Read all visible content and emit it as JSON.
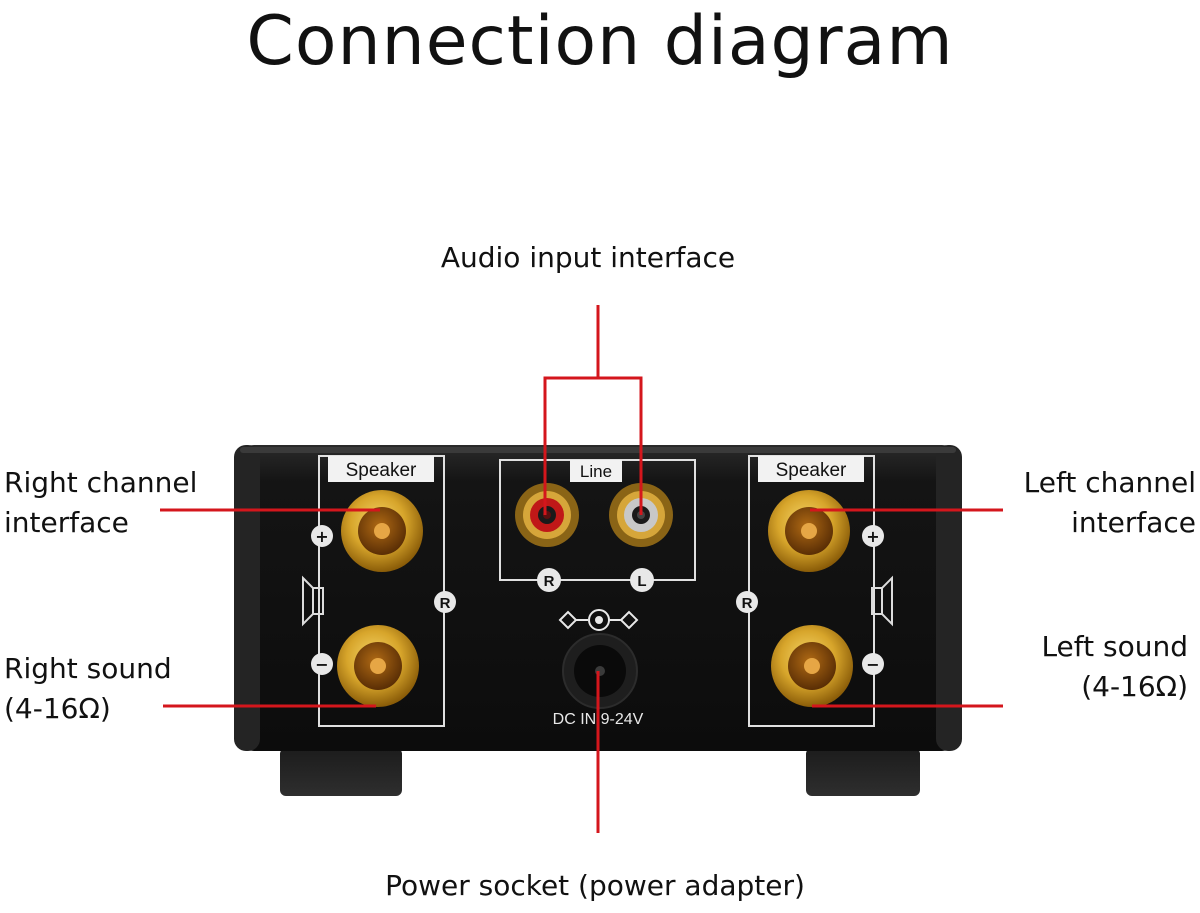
{
  "title": "Connection diagram",
  "callouts": {
    "audio_input": "Audio input interface",
    "right_channel": "Right channel\ninterface",
    "left_channel": "Left channel\ninterface",
    "right_sound": "Right sound\n(4-16Ω)",
    "left_sound": "Left sound\n(4-16Ω)",
    "power_socket": "Power socket (power adapter)"
  },
  "panel": {
    "speaker_label_right": "Speaker",
    "speaker_label_left": "Speaker",
    "line_label": "Line",
    "marker_r": "R",
    "marker_l": "L",
    "plus": "+",
    "minus": "−",
    "dc_in": "DC IN:9-24V"
  },
  "colors": {
    "callout_line": "#d4161c",
    "device": "#141414",
    "gold": "#c8951e",
    "rca_red": "#c01818",
    "rca_white": "#c8c8c8"
  }
}
